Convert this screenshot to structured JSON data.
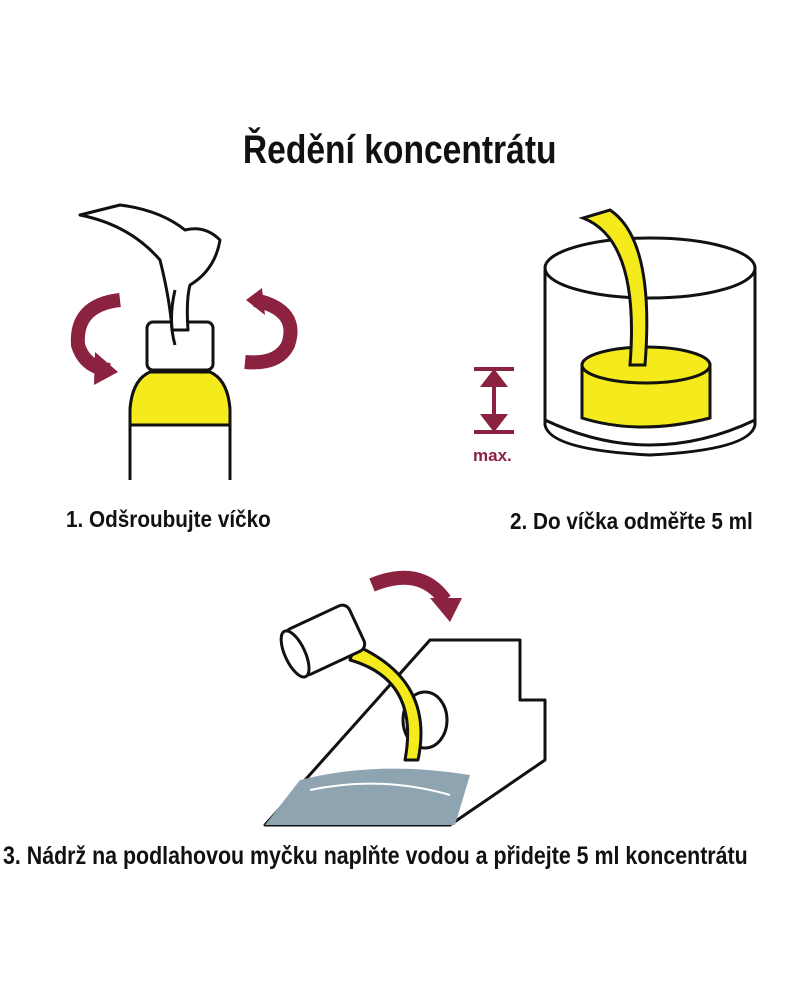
{
  "title": "Ředění koncentrátu",
  "steps": [
    {
      "caption": "1. Odšroubujte víčko"
    },
    {
      "caption": "2. Do víčka odměřte 5 ml",
      "marker_label": "max."
    },
    {
      "caption": "3. Nádrž na podlahovou myčku naplňte vodou a přidejte 5 ml koncentrátu"
    }
  ],
  "colors": {
    "concentrate": "#f4ea1c",
    "arrow": "#8b2240",
    "water": "#8ea4b0"
  }
}
